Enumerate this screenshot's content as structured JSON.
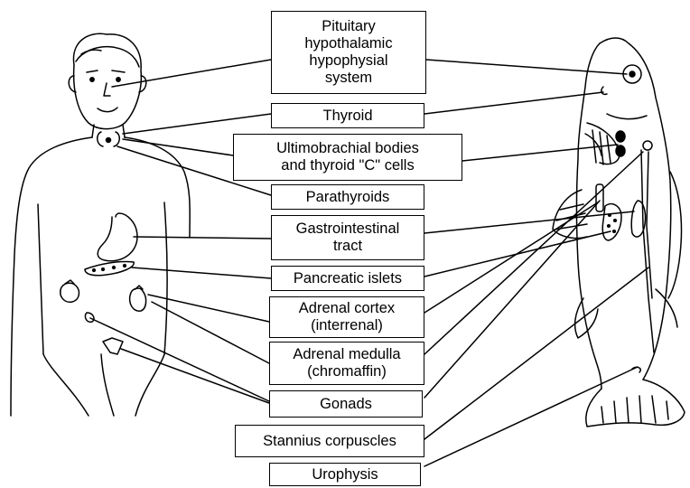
{
  "labels": {
    "pituitary": "Pituitary\nhypothalamic\nhypophysial\nsystem",
    "thyroid": "Thyroid",
    "ultimobranchial": "Ultimobrachial bodies\nand thyroid \"C\" cells",
    "parathyroids": "Parathyroids",
    "gastrointestinal": "Gastrointestinal\ntract",
    "pancreatic": "Pancreatic islets",
    "adrenal_cortex": "Adrenal cortex\n(interrenal)",
    "adrenal_medulla": "Adrenal medulla\n(chromaffin)",
    "gonads": "Gonads",
    "stannius": "Stannius corpuscles",
    "urophysis": "Urophysis"
  }
}
